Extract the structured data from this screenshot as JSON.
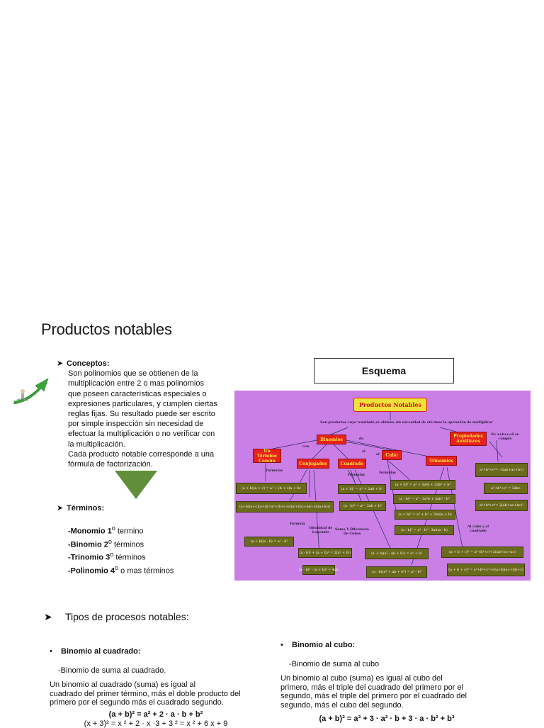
{
  "slide": {
    "title": "Productos notables"
  },
  "concepts": {
    "heading": "Conceptos:",
    "body": [
      "Son polinomios que se obtienen de la",
      "multiplicación entre 2 o mas polinomios",
      "que poseen características especiales o",
      "expresiones particulares, y cumplen ciertas",
      "reglas fijas. Su resultado puede ser escrito",
      "por simple inspección sin necesidad de",
      "efectuar la multiplicación o no verificar con",
      "la multiplicación.",
      "Cada producto notable corresponde a una",
      "fórmula de factorización."
    ]
  },
  "terms": {
    "heading": "Términos:",
    "items": [
      {
        "bold": "-Monomio 1",
        "sup": "o",
        "rest": " termino"
      },
      {
        "bold": "-Binomio 2",
        "sup": "o",
        "rest": " términos"
      },
      {
        "bold": "-Trinomio 3",
        "sup": "o",
        "rest": " términos"
      },
      {
        "bold": "-Polinomio 4",
        "sup": "o",
        "rest": " o mas términos"
      }
    ]
  },
  "esquema": {
    "label": "Esquema"
  },
  "map": {
    "title": "Productos Notables",
    "subtitle": "Son productos cuyo resultado se obtiene sin necesidad de efectuar la operación de multiplicar",
    "nodes": {
      "binomios": "Binomios",
      "propiedades": "Propiedades Auxiliares",
      "termino_comun": "Un Término Común",
      "conjugados": "Conjugados",
      "cuadrado": "Cuadrado",
      "cubo": "Cubo",
      "trinomios": "Trinomios"
    },
    "labels": {
      "con": "con",
      "de": "de",
      "al1": "al",
      "al2": "al",
      "formulas1": "Fórmulas",
      "formulas2": "Fórmulas",
      "formulas3": "Fórmulas",
      "formula": "Fórmula",
      "si": "Si: a+b+c=0 se cumple",
      "identidad": "Identidad de Legendre",
      "suma_dif": "Suma Y Diferencia De Cubos",
      "al_cubo": "Al cubo y al cuadrado"
    },
    "formulas": {
      "f1": "(a + b)(a + c) = a² + (b + c)a + bc",
      "f2": "(a+b)(a+c)(a+d)=a³+(b+c+d)a²+(bc+bd+cd)a+bcd",
      "f3": "(a + b)(a - b) = a² - b²",
      "f4": "(a + b)² = a² + 2ab + b²",
      "f5": "(a - b)² = a² - 2ab + b²",
      "f6": "(a - b)² + (a + b)² = 2(a² + b²)",
      "f7": "(a - b)² - (a + b)² = 4ab",
      "f8": "(a + b)³ = a³ + 3a²b + 3ab² + b³",
      "f9": "(a + b)³ = a³ + b³ + 3ab(a + b)",
      "f10": "(a - b)³ = a³ - 3a²b + 3ab² - b³",
      "f11": "(a - b)³ = a³ - b³ - 3ab(a - b)",
      "f12": "(a + b)(a² - ab + b²) = a³ + b³",
      "f13": "(a - b)(a² + ab + b²) = a³ - b³",
      "f14": "a³+b³+c³= -3(ab+ac+bc)",
      "f15": "a³+b³+c³ = 3abc",
      "f16": "a⁴+b⁴+c⁴= 2(ab+ac+bc)²",
      "f17": "(a + b + c)² = a²+b²+c²+2(ab+bc+ac)",
      "f18": "(a + b + c)³ = a³+b³+c³+3(a+b)(a+c)(b+c)"
    }
  },
  "tipos": {
    "heading": "Tipos de procesos notables:"
  },
  "binomio_cuadrado": {
    "heading": "Binomio al cuadrado:",
    "sub": "-Binomio de suma al cuadrado.",
    "para": [
      "Un binomio al cuadrado (suma) es igual al",
      "cuadrado del primer término, más el doble producto del",
      "primero por el segundo más el cuadrado segundo."
    ],
    "formula": "(a + b)² = a² + 2 · a · b + b²",
    "example": "(x + 3)² = x ² + 2 · x ·3 + 3 ² = x ² + 6 x + 9"
  },
  "binomio_cubo": {
    "heading": "Binomio al cubo:",
    "sub": "-Binomio de suma al cubo",
    "para": [
      "Un binomio al cubo (suma) es igual al cubo del",
      "primero, más el triple del cuadrado del primero por el",
      "segundo, más el triple del primero por el cuadrado del",
      "segundo, más el cubo del segundo."
    ],
    "formula": "(a + b)³ = a³ + 3 · a² · b + 3 · a · b² + b³"
  }
}
